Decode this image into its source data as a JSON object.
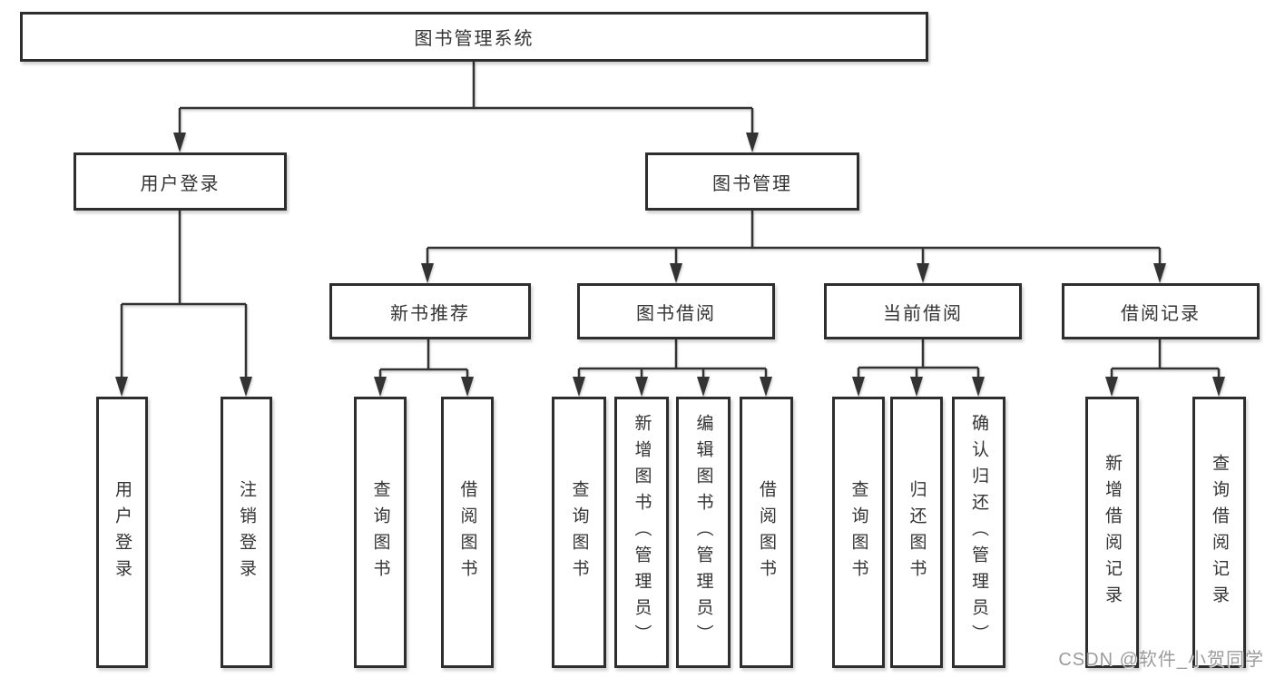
{
  "nodes": {
    "root": "图书管理系统",
    "user_login": "用户登录",
    "book_mgmt": "图书管理",
    "new_book_rec": "新书推荐",
    "book_borrow": "图书借阅",
    "current_borrow": "当前借阅",
    "borrow_record": "借阅记录",
    "leaf_user_login": "用户登录",
    "leaf_logout": "注销登录",
    "leaf_rec_query_book": "查询图书",
    "leaf_rec_borrow_book": "借阅图书",
    "leaf_bb_query_book": "查询图书",
    "leaf_bb_add_book": "新增图书（管理员）",
    "leaf_bb_edit_book": "编辑图书（管理员）",
    "leaf_bb_borrow_book": "借阅图书",
    "leaf_cb_query_book": "查询图书",
    "leaf_cb_return_book": "归还图书",
    "leaf_cb_confirm_return": "确认归还（管理员）",
    "leaf_br_add_record": "新增借阅记录",
    "leaf_br_query_record": "查询借阅记录"
  },
  "watermark": "CSDN @软件_小贺同学",
  "colors": {
    "line": "#333333",
    "box_border": "#2e2e2e",
    "text": "#333333",
    "watermark": "#919191",
    "background": "#ffffff"
  }
}
